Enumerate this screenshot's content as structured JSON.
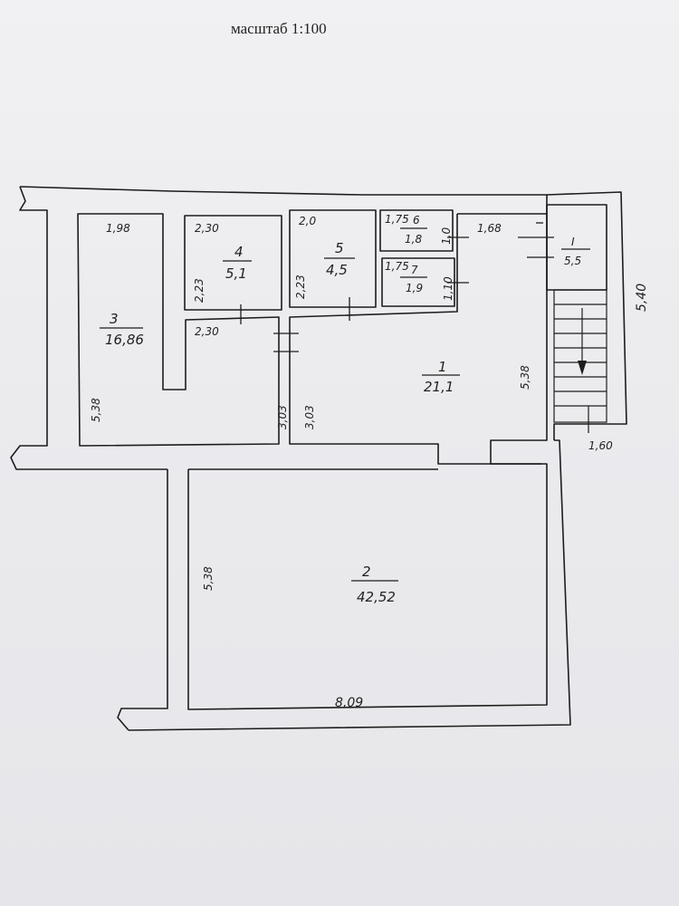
{
  "header": {
    "scale": "масштаб 1:100"
  },
  "rooms": [
    {
      "number": "1",
      "area": "21,1"
    },
    {
      "number": "2",
      "area": "42,52"
    },
    {
      "number": "3",
      "area": "16,86"
    },
    {
      "number": "4",
      "area": "5,1"
    },
    {
      "number": "5",
      "area": "4,5"
    },
    {
      "number": "6",
      "area": "1,8"
    },
    {
      "number": "7",
      "area": "1,9"
    },
    {
      "number": "I",
      "area": "5,5"
    }
  ],
  "dimensions": {
    "room3_top": "1,98",
    "room3_side": "5,38",
    "room4_top": "2,30",
    "room4_side": "2,23",
    "room5_top": "2,0",
    "room5_side": "2,23",
    "room6_top": "1,75",
    "room6_side": "1,0",
    "room7_top": "1,75",
    "room7_side": "1,10",
    "room1_top": "1,68",
    "room1_side": "5,38",
    "corridor_top": "2,30",
    "corridor_left": "3,03",
    "corridor_right": "3,03",
    "room2_side": "5,38",
    "room2_bottom": "8,09",
    "stair_height": "5,40",
    "stair_width": "1,60"
  }
}
